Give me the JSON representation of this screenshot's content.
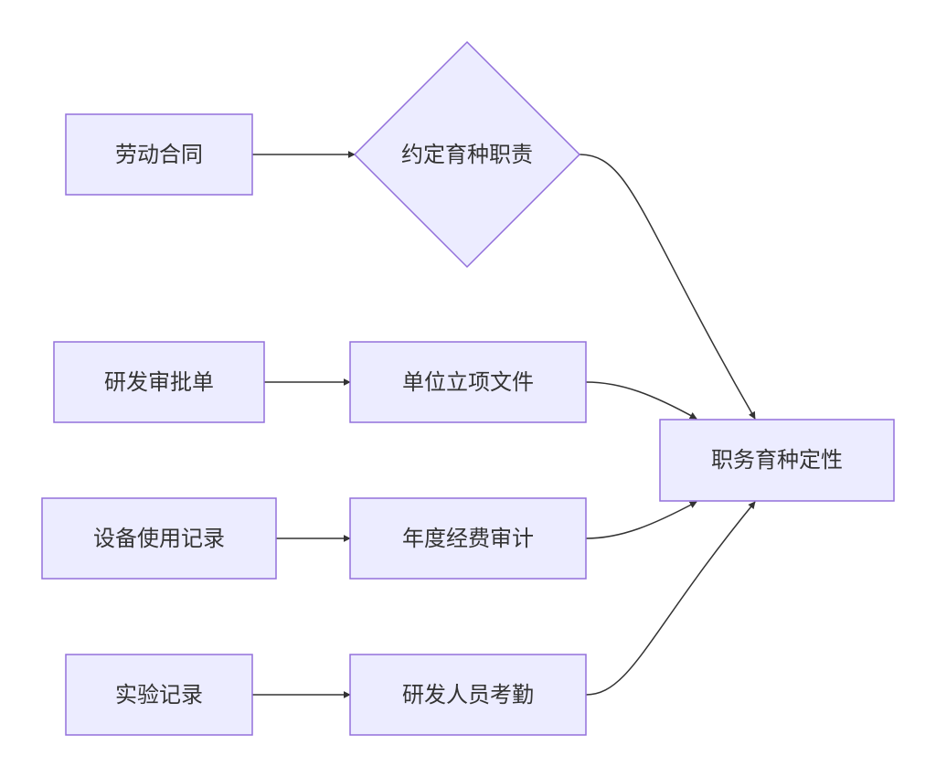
{
  "colors": {
    "node_fill": "#ECECFF",
    "node_stroke": "#9370DB",
    "edge": "#333333",
    "text": "#333333"
  },
  "nodes": {
    "labor_contract": "劳动合同",
    "agreed_duties": "约定育种职责",
    "rd_approval_form": "研发审批单",
    "project_file": "单位立项文件",
    "equipment_usage_log": "设备使用记录",
    "annual_budget_audit": "年度经费审计",
    "experiment_log": "实验记录",
    "rd_attendance": "研发人员考勤",
    "service_breeding_determination": "职务育种定性"
  },
  "edges": [
    [
      "labor_contract",
      "agreed_duties"
    ],
    [
      "rd_approval_form",
      "project_file"
    ],
    [
      "equipment_usage_log",
      "annual_budget_audit"
    ],
    [
      "experiment_log",
      "rd_attendance"
    ],
    [
      "agreed_duties",
      "service_breeding_determination"
    ],
    [
      "project_file",
      "service_breeding_determination"
    ],
    [
      "annual_budget_audit",
      "service_breeding_determination"
    ],
    [
      "rd_attendance",
      "service_breeding_determination"
    ]
  ]
}
